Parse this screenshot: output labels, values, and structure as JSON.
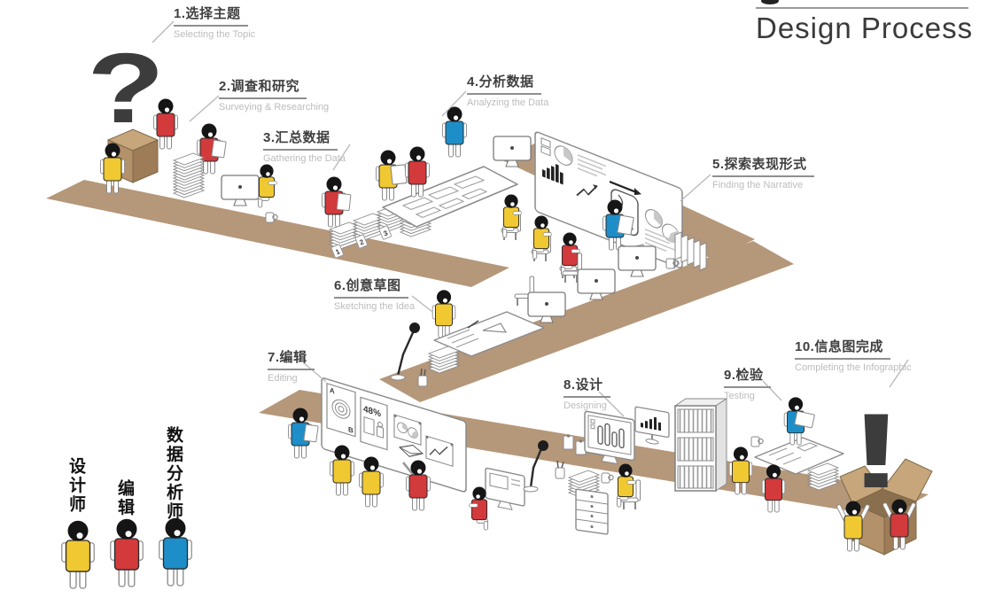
{
  "title": {
    "text": "Design Process"
  },
  "steps": [
    {
      "zh": "1.选择主题",
      "en": "Selecting the Topic"
    },
    {
      "zh": "2.调查和研究",
      "en": "Surveying & Researching"
    },
    {
      "zh": "3.汇总数据",
      "en": "Gathering the Data"
    },
    {
      "zh": "4.分析数据",
      "en": "Analyzing the Data"
    },
    {
      "zh": "5.探索表现形式",
      "en": "Finding the Narrative"
    },
    {
      "zh": "6.创意草图",
      "en": "Sketching the Idea"
    },
    {
      "zh": "7.编辑",
      "en": "Editing"
    },
    {
      "zh": "8.设计",
      "en": "Designing"
    },
    {
      "zh": "9.检验",
      "en": "Testing"
    },
    {
      "zh": "10.信息图完成",
      "en": "Completing the Infographic"
    }
  ],
  "legend": [
    {
      "label": "设计师",
      "role": "designer",
      "color": "#f0c832"
    },
    {
      "label": "编辑",
      "role": "editor",
      "color": "#d23a3c"
    },
    {
      "label": "数据分析师",
      "role": "data-analyst",
      "color": "#1e8ec8"
    }
  ],
  "scene_text": {
    "question_mark": "?",
    "exclamation_mark": "!",
    "poster_percent": "48%",
    "poster_label_a": "A",
    "poster_label_b": "B",
    "stack_tags": [
      "1",
      "2",
      "3"
    ]
  },
  "colors": {
    "desk": "#b5977a",
    "boxtop": "#c7a67c",
    "boxfront": "#b3916a",
    "boxside": "#9d7c57",
    "designer": "#f0c832",
    "editor": "#d23a3c",
    "analyst": "#1e8ec8",
    "ink": "#1c1c1c",
    "outline": "#8a8a8a",
    "label": "#3f3f3f",
    "subtle": "#bcbcbc",
    "leader": "#b8b8b8"
  }
}
